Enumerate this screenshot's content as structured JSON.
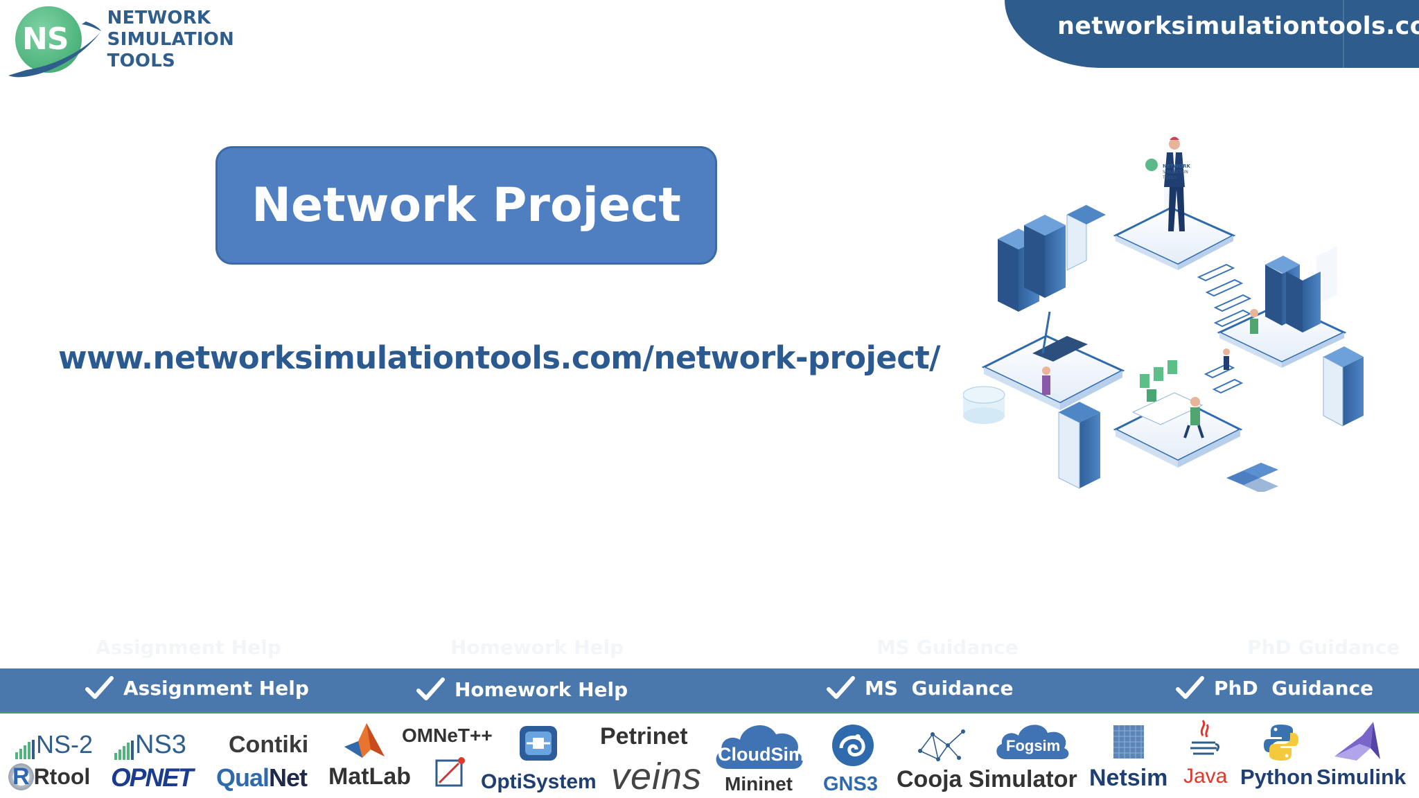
{
  "logo": {
    "mark": "NS",
    "line1": "NETWORK",
    "line2": "SIMULATION",
    "line3": "TOOLS"
  },
  "header": {
    "domain": "networksimulationtools.com"
  },
  "hero": {
    "title": "Network Project",
    "url": "www.networksimulationtools.com/network-project/"
  },
  "illustration": {
    "sign_line1": "NETWORK",
    "sign_line2": "SIMULATION",
    "sign_line3": "TOOLS"
  },
  "services": [
    {
      "label": "Assignment Help"
    },
    {
      "label": "Homework Help"
    },
    {
      "label": "MS  Guidance"
    },
    {
      "label": "PhD  Guidance"
    }
  ],
  "tools": {
    "ns2": "NS-2",
    "ns3": "NS3",
    "contiki": "Contiki",
    "omnet": "OMNeT++",
    "petrinet": "Petrinet",
    "cloudsim": "CloudSim",
    "fogsim": "Fogsim",
    "rtool_r": "R",
    "rtool": "Rtool",
    "opnet": "OPNET",
    "qualnet_a": "Qual",
    "qualnet_b": "Net",
    "matlab": "MatLab",
    "optisystem": "OptiSystem",
    "veins": "veins",
    "mininet": "Mininet",
    "gns3": "GNS3",
    "cooja": "Cooja Simulator",
    "netsim": "Netsim",
    "java": "Java",
    "python": "Python",
    "simulink": "Simulink"
  },
  "colors": {
    "brand_blue": "#2e5c8c",
    "title_box": "#4f7fc1",
    "url_text": "#2a5a8f",
    "services_bar": "#4a78ad",
    "logo_green": "#4fb57d"
  }
}
